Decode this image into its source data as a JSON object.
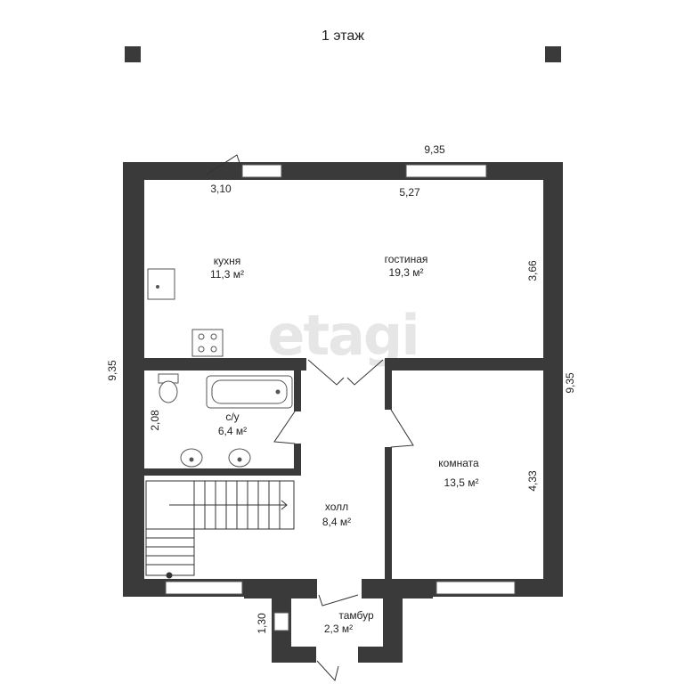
{
  "title": "1 этаж",
  "watermark": "etagi",
  "colors": {
    "wall": "#3a3a3a",
    "thin": "#444444",
    "window": "#ffffff"
  },
  "rooms": {
    "kitchen": {
      "name": "кухня",
      "area": "11,3 м²"
    },
    "living": {
      "name": "гостиная",
      "area": "19,3 м²"
    },
    "bath": {
      "name": "с/у",
      "area": "6,4 м²"
    },
    "room": {
      "name": "комната",
      "area": "13,5 м²"
    },
    "hall": {
      "name": "холл",
      "area": "8,4 м²"
    },
    "vestibule": {
      "name": "тамбур",
      "area": "2,3 м²"
    }
  },
  "dimensions": {
    "top_total": "9,35",
    "kitchen_width": "3,10",
    "living_width": "5,27",
    "living_depth": "3,66",
    "left_total": "9,35",
    "right_total": "9,35",
    "bath_depth": "2,08",
    "room_depth": "4,33",
    "vestibule_depth": "1,30"
  }
}
